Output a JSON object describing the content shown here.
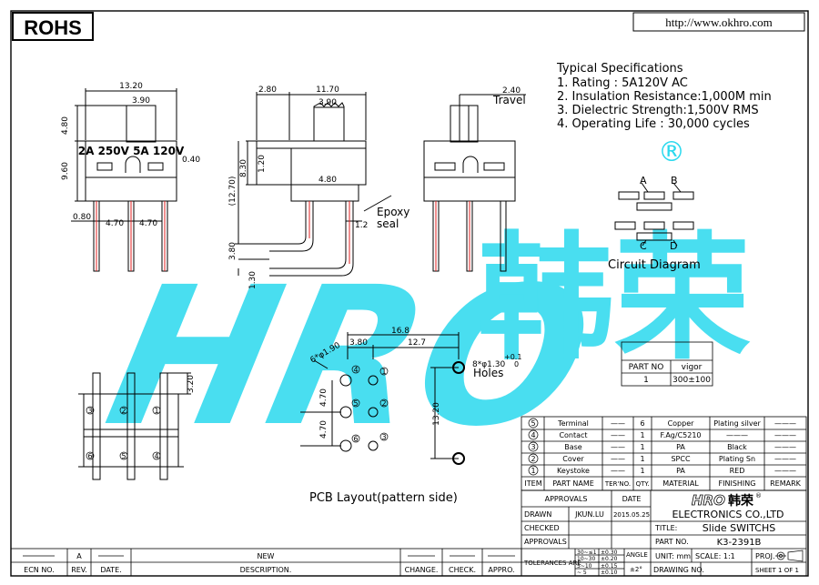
{
  "rohs": "ROHS",
  "url": "http://www.okhro.com",
  "watermark": {
    "latin": "HRO",
    "cjk": "韩荣",
    "registered": "®"
  },
  "specs": {
    "heading": "Typical Specifications",
    "items": [
      "1. Rating : 5A120V AC",
      "2. Insulation Resistance:1,000M min",
      "3. Dielectric Strength:1,500V RMS",
      "4. Operating Life : 30,000 cycles"
    ]
  },
  "circuit": {
    "label": "Circuit Diagram",
    "a": "A",
    "b": "B",
    "c": "C",
    "d": "D"
  },
  "front_view": {
    "body_label": "2A 250V 5A 120V",
    "dim_width": "13.20",
    "dim_actuator": "3.90",
    "dim_top": "4.80",
    "dim_height": "9.60",
    "dim_side": "0.40",
    "dim_pin_w": "0.80",
    "dim_pitch1": "4.70",
    "dim_pitch2": "4.70"
  },
  "side_view": {
    "dim_left": "2.80",
    "dim_len": "11.70",
    "dim_act": "3.90",
    "dim_830": "8.30",
    "dim_120": "1.20",
    "dim_1270": "(12.70)",
    "dim_480": "4.80",
    "dim_12": "1.2",
    "dim_380": "3.80",
    "dim_130": "1.30",
    "epoxy1": "Epoxy",
    "epoxy2": "seal"
  },
  "end_view": {
    "travel_dim": "2.40",
    "travel_label": "Travel"
  },
  "pcb": {
    "dim_total": "16.8",
    "dim_380": "3.80",
    "dim_127": "12.7",
    "dim_holes_small": "6*φ1.90",
    "dim_holes_big": "8*φ1.30",
    "tol_plus": "+0.1",
    "tol_zero": "0",
    "holes_label": "Holes",
    "dim_470a": "4.70",
    "dim_470b": "4.70",
    "dim_1320": "13.20",
    "caption": "PCB Layout(pattern side)",
    "numbers": [
      "1",
      "2",
      "3",
      "4",
      "5",
      "6"
    ]
  },
  "bottom_view": {
    "dim_320": "3.20",
    "numbers": [
      "3",
      "2",
      "1",
      "6",
      "5",
      "4"
    ]
  },
  "part_table": {
    "col1": "PART NO",
    "col2": "vigor",
    "row_no": "1",
    "row_val": "300±100"
  },
  "bom": {
    "rows": [
      {
        "no": "5",
        "name": "Terminal",
        "ter": "——",
        "qty": "6",
        "material": "Copper",
        "finish": "Plating silver",
        "remark": "———"
      },
      {
        "no": "4",
        "name": "Contact",
        "ter": "——",
        "qty": "1",
        "material": "F.Ag/C5210",
        "finish": "———",
        "remark": "———"
      },
      {
        "no": "3",
        "name": "Base",
        "ter": "——",
        "qty": "1",
        "material": "PA",
        "finish": "Black",
        "remark": "———"
      },
      {
        "no": "2",
        "name": "Cover",
        "ter": "——",
        "qty": "1",
        "material": "SPCC",
        "finish": "Plating Sn",
        "remark": "———"
      },
      {
        "no": "1",
        "name": "Keystoke",
        "ter": "——",
        "qty": "1",
        "material": "PA",
        "finish": "RED",
        "remark": "———"
      }
    ],
    "header": {
      "item": "ITEM",
      "part_name": "PART NAME",
      "ter_no": "TER'NO.",
      "qty": "QTY.",
      "material": "MATERIAL",
      "finishing": "FINISHING",
      "remark": "REMARK"
    }
  },
  "title_block": {
    "approvals": "APPROVALS",
    "date": "DATE",
    "drawn": "DRAWN",
    "drawn_by": "JKUN.LU",
    "drawn_date": "2015.05.25",
    "checked": "CHECKED",
    "approvals2": "APPROVALS",
    "company": "ELECTRONICS CO.,LTD",
    "title_label": "TITLE:",
    "title_value": "Slide SWITCHS",
    "part_label": "PART NO.",
    "part_value": "K3-2391B",
    "tolerances": "TOLERANCES ARE",
    "tol_rows": [
      "30~≤1",
      "10~30",
      "5~10",
      "~ 5"
    ],
    "tol_vals": [
      "±0.30",
      "±0.20",
      "±0.15",
      "±0.10"
    ],
    "angle": "ANGLE",
    "angle_val": "±2°",
    "unit": "UNIT: mm",
    "scale": "SCALE: 1:1",
    "proj": "PROJ.",
    "drawing_no": "DRAWING NO.",
    "sheet": "SHEET 1 OF 1"
  },
  "revision": {
    "rev": "A",
    "description": "NEW",
    "headers": {
      "ecn": "ECN NO.",
      "rev": "REV.",
      "date": "DATE.",
      "desc": "DESCRIPTION.",
      "change": "CHANGE.",
      "check": "CHECK.",
      "appro": "APPRO."
    }
  }
}
